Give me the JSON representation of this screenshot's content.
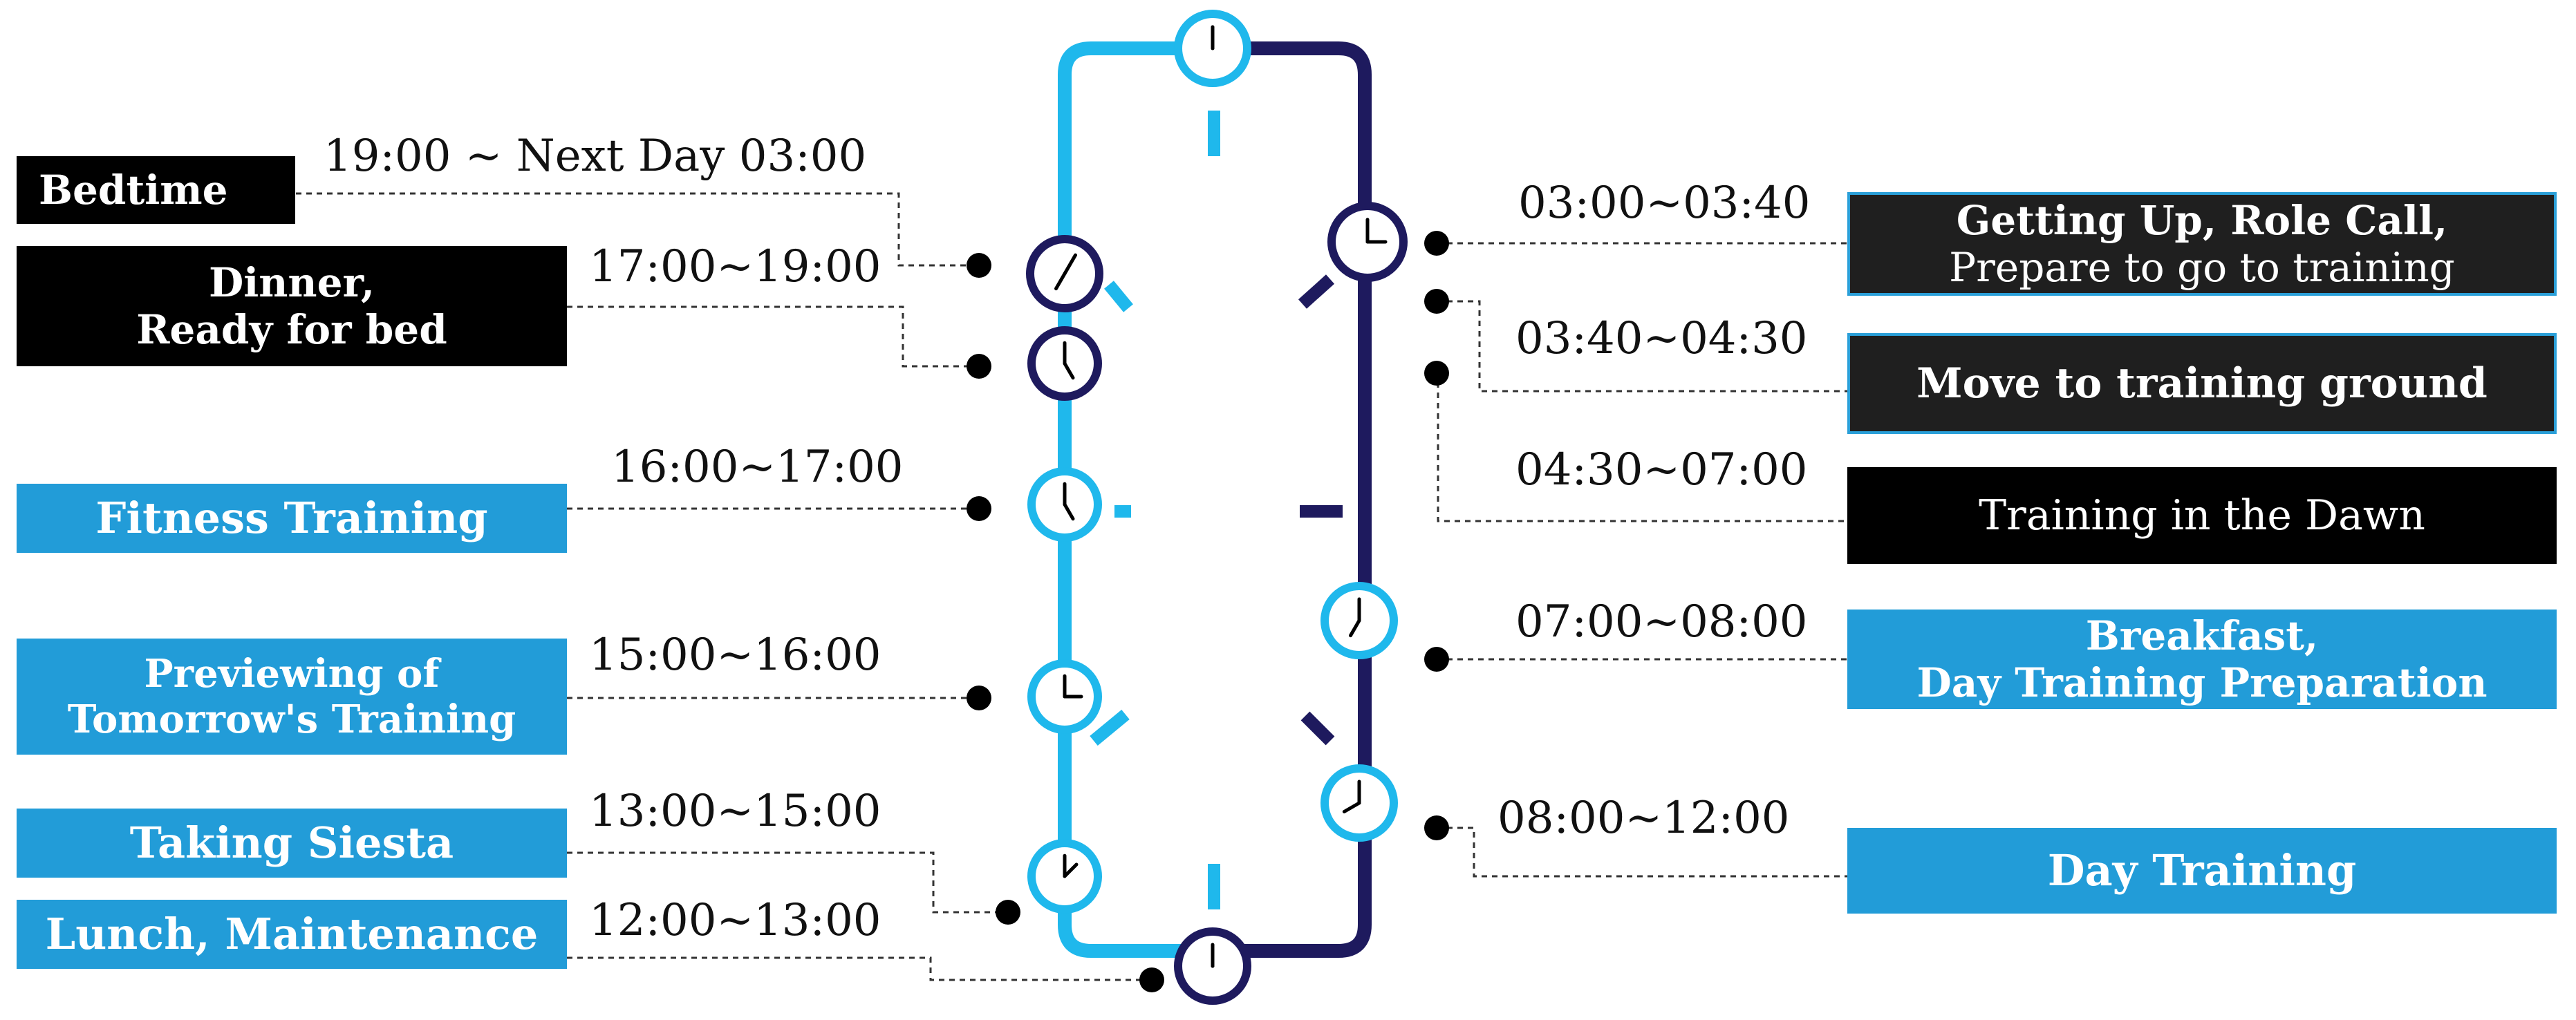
{
  "colors": {
    "light_blue": "#1fb8ec",
    "navy": "#1e1a5e",
    "box_blue": "#229cd8",
    "box_black": "#000000",
    "box_dark": "#1f1f1f"
  },
  "left_items": [
    {
      "id": "bedtime",
      "lines": [
        "Bedtime"
      ],
      "time": "19:00 ~ Next Day 03:00"
    },
    {
      "id": "dinner",
      "lines": [
        "Dinner,",
        "Ready for bed"
      ],
      "time": "17:00~19:00"
    },
    {
      "id": "fitness",
      "lines": [
        "Fitness Training"
      ],
      "time": "16:00~17:00"
    },
    {
      "id": "previewing",
      "lines": [
        "Previewing of",
        "Tomorrow's Training"
      ],
      "time": "15:00~16:00"
    },
    {
      "id": "siesta",
      "lines": [
        "Taking Siesta"
      ],
      "time": "13:00~15:00"
    },
    {
      "id": "lunch",
      "lines": [
        "Lunch, Maintenance"
      ],
      "time": "12:00~13:00"
    }
  ],
  "right_items": [
    {
      "id": "getting-up",
      "lines": [
        "Getting Up, Role Call,",
        "Prepare to go to training"
      ],
      "time": "03:00~03:40"
    },
    {
      "id": "move",
      "lines": [
        "Move to training ground"
      ],
      "time": "03:40~04:30"
    },
    {
      "id": "dawn",
      "lines": [
        "Training in the Dawn"
      ],
      "time": "04:30~07:00"
    },
    {
      "id": "breakfast",
      "lines": [
        "Breakfast,",
        "Day Training Preparation"
      ],
      "time": "07:00~08:00"
    },
    {
      "id": "day-training",
      "lines": [
        "Day Training"
      ],
      "time": "08:00~12:00"
    }
  ],
  "icons": {
    "clock": "clock-icon",
    "connector": "connector-dot-icon"
  }
}
